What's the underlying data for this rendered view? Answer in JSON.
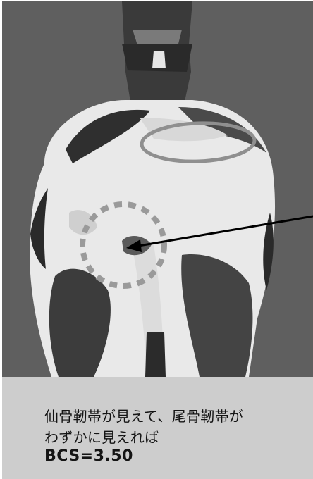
{
  "caption": {
    "line1": "仙骨靭帯が見えて、尾骨靭帯が",
    "line2": "わずかに見えれば",
    "score": "BCS=3.50"
  },
  "colors": {
    "background": "#5f5f5f",
    "caption_panel": "#cdcdcd",
    "solid_ring": "#8f8f8f",
    "dashed_ring": "#9a9a9a",
    "arrow": "#000000"
  },
  "markers": {
    "solid_ring": "oval-outline",
    "dashed_ring": "dashed-circle",
    "arrow": "pointer-arrow"
  }
}
